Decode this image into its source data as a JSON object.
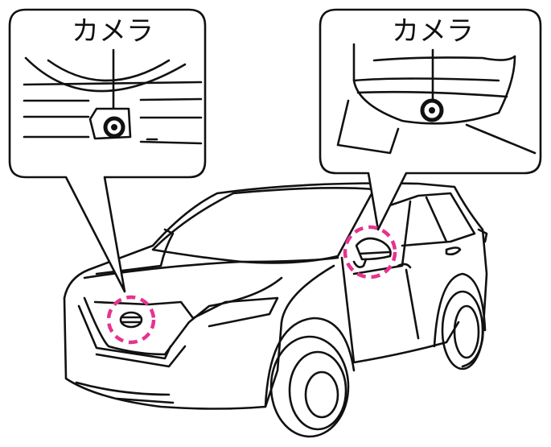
{
  "callouts": [
    {
      "label": "カメラ",
      "location": "front-grille"
    },
    {
      "label": "カメラ",
      "location": "door-mirror"
    }
  ],
  "colors": {
    "highlight": "#e6338f",
    "line": "#111111"
  }
}
